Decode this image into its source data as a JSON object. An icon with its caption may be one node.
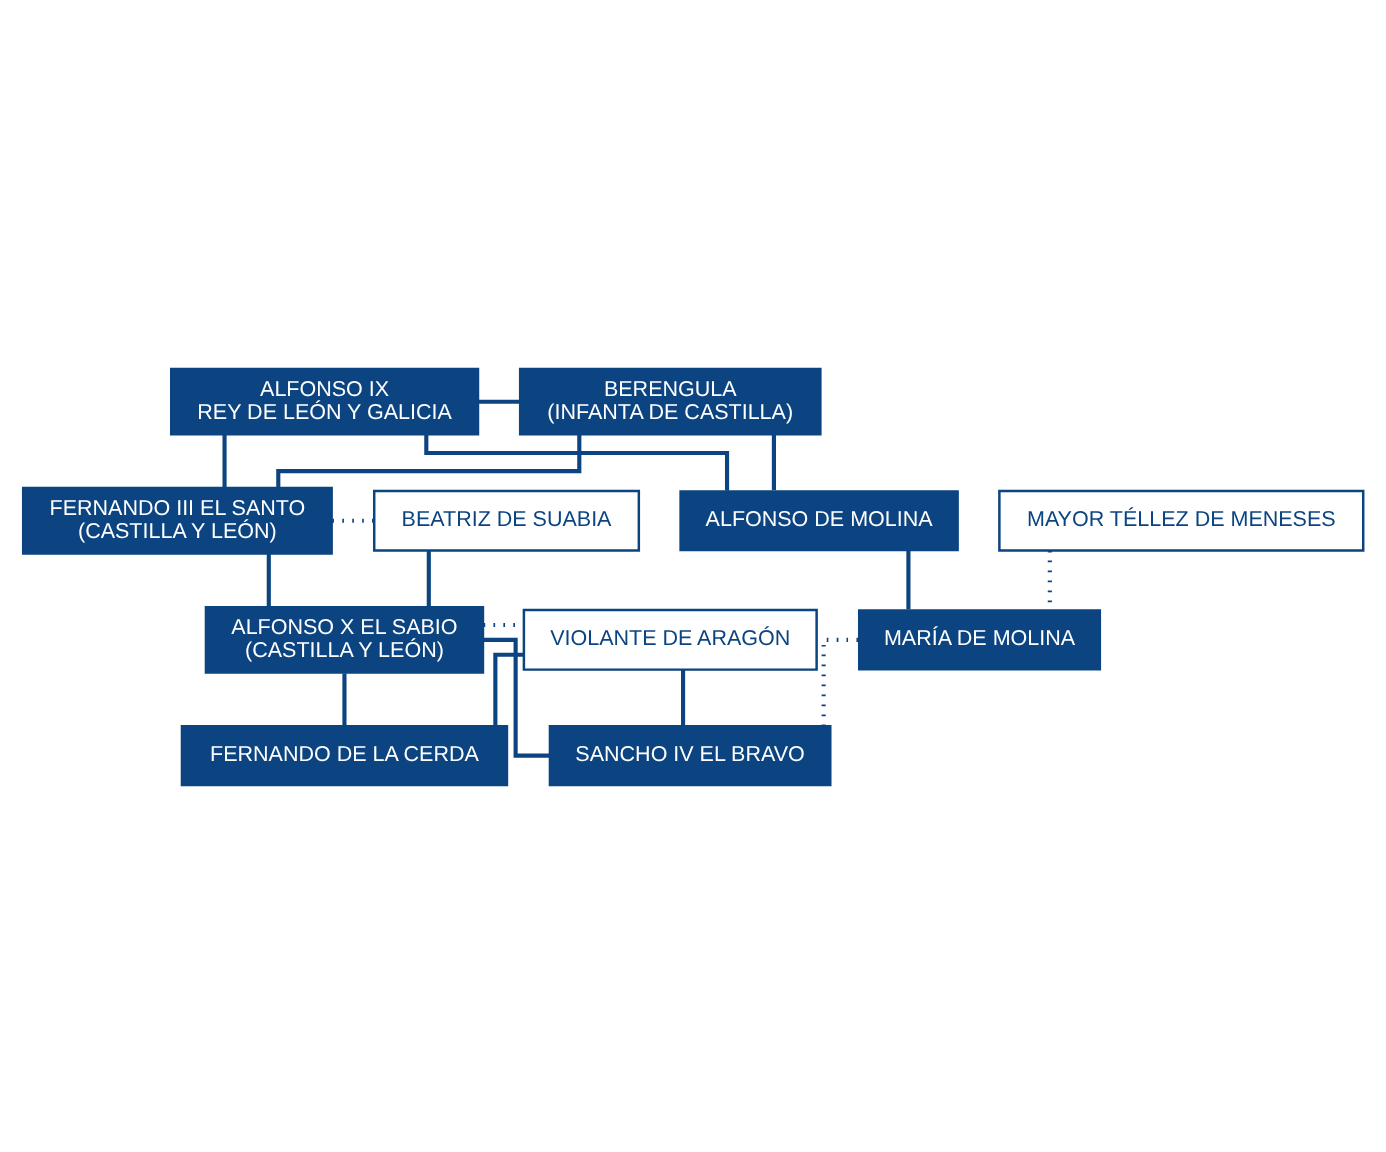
{
  "diagram": {
    "nodes": [
      {
        "text": [
          "ALFONSO IX",
          "REY DE LEÓN Y GALICIA"
        ]
      },
      {
        "text": [
          "BERENGULA",
          "(INFANTA DE CASTILLA)"
        ]
      },
      {
        "text": [
          "FERNANDO III EL SANTO",
          "(CASTILLA Y LEÓN)"
        ]
      },
      {
        "text": [
          "BEATRIZ DE SUABIA"
        ]
      },
      {
        "text": [
          "ALFONSO DE MOLINA"
        ]
      },
      {
        "text": [
          "MAYOR TÉLLEZ DE MENESES"
        ]
      },
      {
        "text": [
          "ALFONSO X EL SABIO",
          "(CASTILLA Y LEÓN)"
        ]
      },
      {
        "text": [
          "VIOLANTE DE ARAGÓN"
        ]
      },
      {
        "text": [
          "MARÍA DE MOLINA"
        ]
      },
      {
        "text": [
          "FERNANDO DE LA CERDA"
        ]
      },
      {
        "text": [
          "SANCHO IV EL BRAVO"
        ]
      }
    ],
    "edges": [
      {
        "from": 0,
        "to": 1,
        "arrow": "none"
      },
      {
        "from": 0,
        "to": 2,
        "arrow": "none"
      },
      {
        "from": 1,
        "to": 2,
        "arrow": "none"
      },
      {
        "from": 0,
        "to": 4,
        "arrow": "none"
      },
      {
        "from": 1,
        "to": 4,
        "arrow": "none"
      },
      {
        "from": 2,
        "to": 3,
        "arrow": "none",
        "style": "dashed"
      },
      {
        "from": 2,
        "to": 6,
        "arrow": "none"
      },
      {
        "from": 3,
        "to": 6,
        "arrow": "none"
      },
      {
        "from": 4,
        "to": 8,
        "arrow": "none"
      },
      {
        "from": 5,
        "to": 8,
        "arrow": "none",
        "style": "dashed"
      },
      {
        "from": 6,
        "to": 7,
        "arrow": "none",
        "style": "dashed"
      },
      {
        "from": 6,
        "to": 9,
        "arrow": "none"
      },
      {
        "from": 7,
        "to": 9,
        "arrow": "none"
      },
      {
        "from": 6,
        "to": 10,
        "arrow": "none"
      },
      {
        "from": 7,
        "to": 10,
        "arrow": "none"
      },
      {
        "from": 8,
        "to": 10,
        "arrow": "none",
        "style": "dashed"
      }
    ]
  }
}
